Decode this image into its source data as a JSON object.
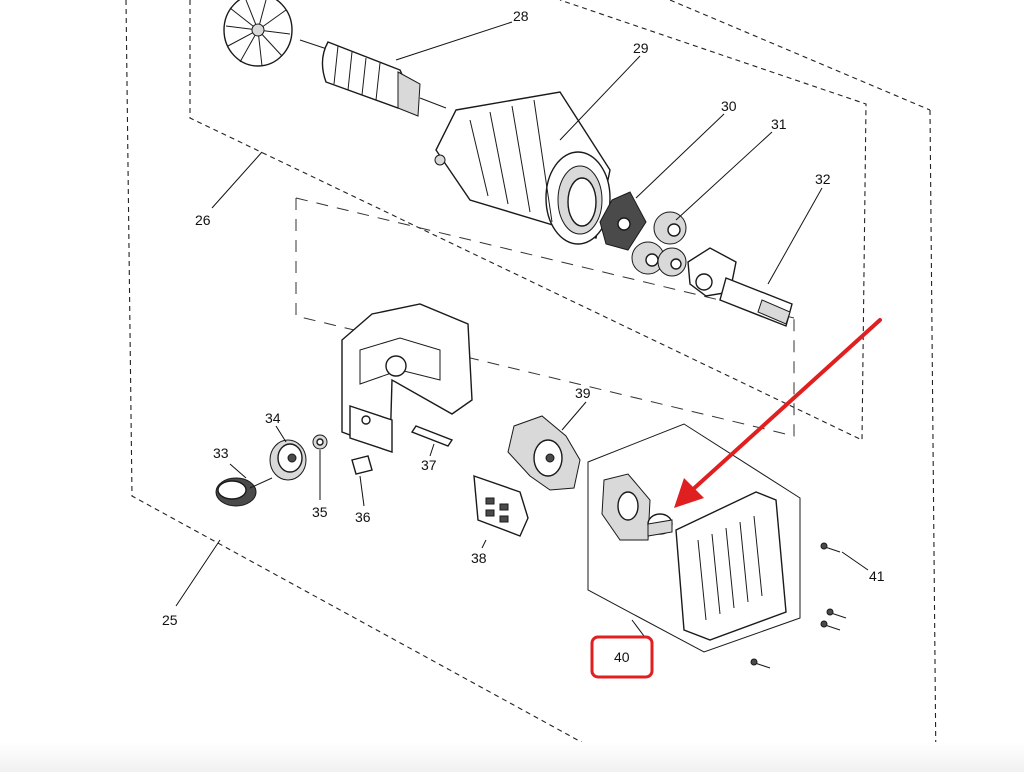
{
  "callouts": [
    {
      "id": "c25",
      "label": "25"
    },
    {
      "id": "c26",
      "label": "26"
    },
    {
      "id": "c28",
      "label": "28"
    },
    {
      "id": "c29",
      "label": "29"
    },
    {
      "id": "c30",
      "label": "30"
    },
    {
      "id": "c31",
      "label": "31"
    },
    {
      "id": "c32",
      "label": "32"
    },
    {
      "id": "c33",
      "label": "33"
    },
    {
      "id": "c34",
      "label": "34"
    },
    {
      "id": "c35",
      "label": "35"
    },
    {
      "id": "c36",
      "label": "36"
    },
    {
      "id": "c37",
      "label": "37"
    },
    {
      "id": "c38",
      "label": "38"
    },
    {
      "id": "c39",
      "label": "39"
    },
    {
      "id": "c40",
      "label": "40"
    },
    {
      "id": "c41",
      "label": "41"
    }
  ],
  "highlight": {
    "target_label": "40",
    "color": "#e02020"
  },
  "arrow_color": "#e02020"
}
